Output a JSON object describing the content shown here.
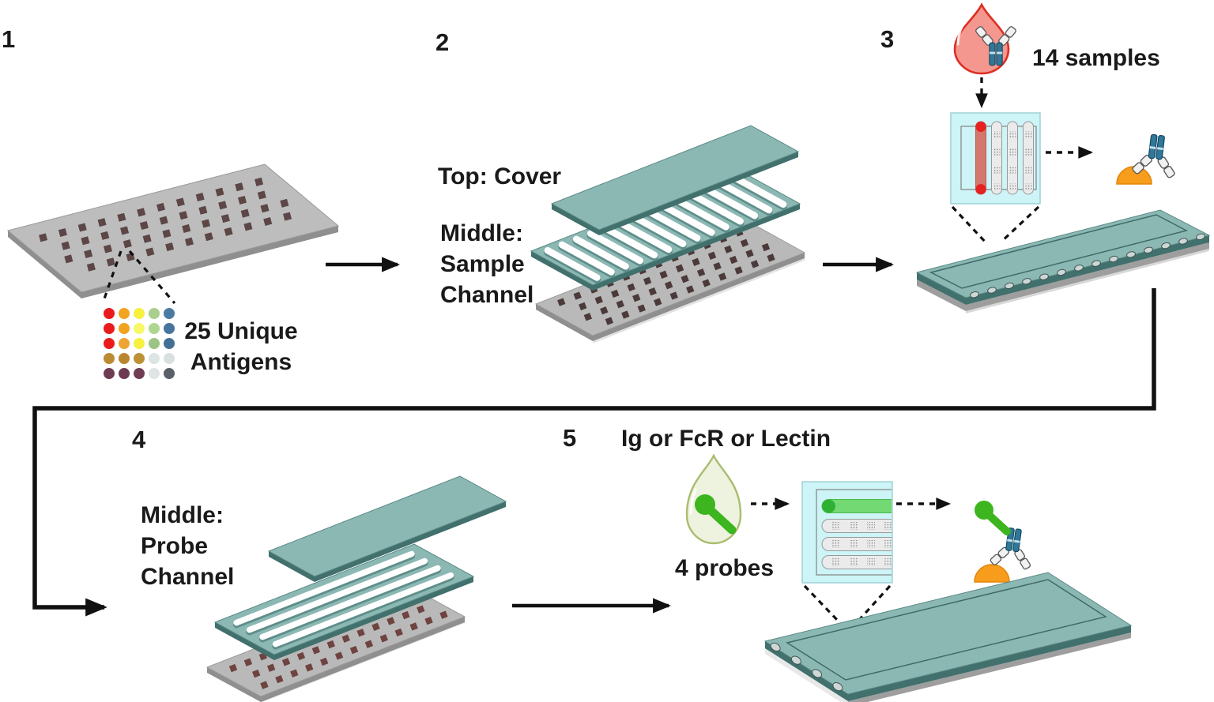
{
  "palette": {
    "plate_teal": "#8cb8b4",
    "plate_edge_teal": "#41706d",
    "slide_gray": "#bdbdbd",
    "slide_edge_gray": "#8f8f8f",
    "spot_brown": "#5c4646",
    "spot_red_brown": "#6e4340",
    "sample_red": "#e42320",
    "probe_green": "#3cb51e",
    "capture_orange": "#f89c1c",
    "inset_cyan": "#cdf4f7",
    "antibody_blue": "#2f7899",
    "line_black": "#111111"
  },
  "steps": {
    "step1": {
      "number": "1",
      "antigen_callout": {
        "line1": "25 Unique",
        "line2": "Antigens"
      }
    },
    "step2": {
      "number": "2",
      "cover_label": "Top: Cover",
      "middle_label": {
        "line1": "Middle:",
        "line2": "Sample",
        "line3": "Channel"
      }
    },
    "step3": {
      "number": "3",
      "samples_label": "14 samples"
    },
    "step4": {
      "number": "4",
      "middle_label": {
        "line1": "Middle:",
        "line2": "Probe",
        "line3": "Channel"
      }
    },
    "step5": {
      "number": "5",
      "reagent_label": "Ig or FcR or Lectin",
      "probes_label": "4 probes"
    }
  },
  "antigen_colors": [
    "#e81b1d",
    "#f2a51f",
    "#f5f13e",
    "#a9cf8d",
    "#4a7ba3",
    "#e81b1d",
    "#f0a41e",
    "#f8f766",
    "#aed690",
    "#47759e",
    "#e81b1d",
    "#eda435",
    "#f5f13e",
    "#9cc483",
    "#436f94",
    "#bb8b33",
    "#b8862e",
    "#bd9136",
    "#dce4e4",
    "#d9e0e0",
    "#6f3b53",
    "#6e3a52",
    "#713d55",
    "#dfe5e5",
    "#596069"
  ]
}
